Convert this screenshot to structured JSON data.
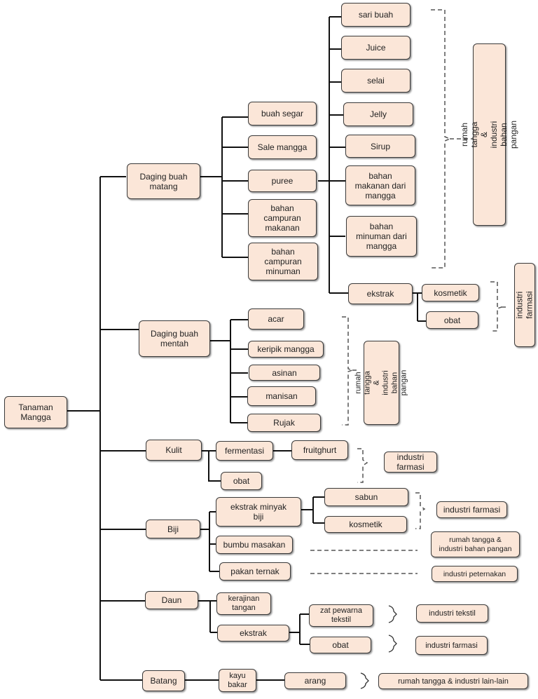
{
  "colors": {
    "node_fill": "#fbe6d8",
    "node_border": "#3a3a3a",
    "line": "#111111"
  },
  "nodes": {
    "root": "Tanaman\nMangga",
    "daging_matang": "Daging buah\nmatang",
    "daging_mentah": "Daging buah\nmentah",
    "kulit": "Kulit",
    "biji": "Biji",
    "daun": "Daun",
    "batang": "Batang",
    "buah_segar": "buah segar",
    "sale_mangga": "Sale mangga",
    "puree": "puree",
    "bahan_campuran_makanan": "bahan\ncampuran\nmakanan",
    "bahan_campuran_minuman": "bahan\ncampuran\nminuman",
    "sari_buah": "sari buah",
    "juice": "Juice",
    "selai": "selai",
    "jelly": "Jelly",
    "sirup": "Sirup",
    "bahan_makanan_dari_mangga": "bahan\nmakanan dari\nmangga",
    "bahan_minuman_dari_mangga": "bahan\nminuman dari\nmangga",
    "ekstrak_puree": "ekstrak",
    "kosmetik_puree": "kosmetik",
    "obat_puree": "obat",
    "acar": "acar",
    "keripik": "keripik mangga",
    "asinan": "asinan",
    "manisan": "manisan",
    "rujak": "Rujak",
    "fermentasi": "fermentasi",
    "fruitghurt": "fruitghurt",
    "obat_kulit": "obat",
    "ekstrak_minyak": "ekstrak minyak\nbiji",
    "sabun": "sabun",
    "kosmetik_biji": "kosmetik",
    "bumbu": "bumbu masakan",
    "pakan": "pakan ternak",
    "kerajinan": "kerajinan\ntangan",
    "ekstrak_daun": "ekstrak",
    "zat_pewarna": "zat pewarna\ntekstil",
    "obat_daun": "obat",
    "kayu_bakar": "kayu\nbakar",
    "arang": "arang"
  },
  "industries": {
    "matang": "rumah tangga & industri bahan pangan",
    "ekstrak_puree": "industri farmasi",
    "mentah": "rumah tangga &\nindustri bahan\npangan",
    "kulit": "industri\nfarmasi",
    "biji_ekstrak": "industri farmasi",
    "bumbu": "rumah tangga &\nindustri bahan pangan",
    "pakan": "industri peternakan",
    "tekstil": "industri tekstil",
    "obat_daun": "industri farmasi",
    "batang": "rumah tangga & industri lain-lain"
  }
}
